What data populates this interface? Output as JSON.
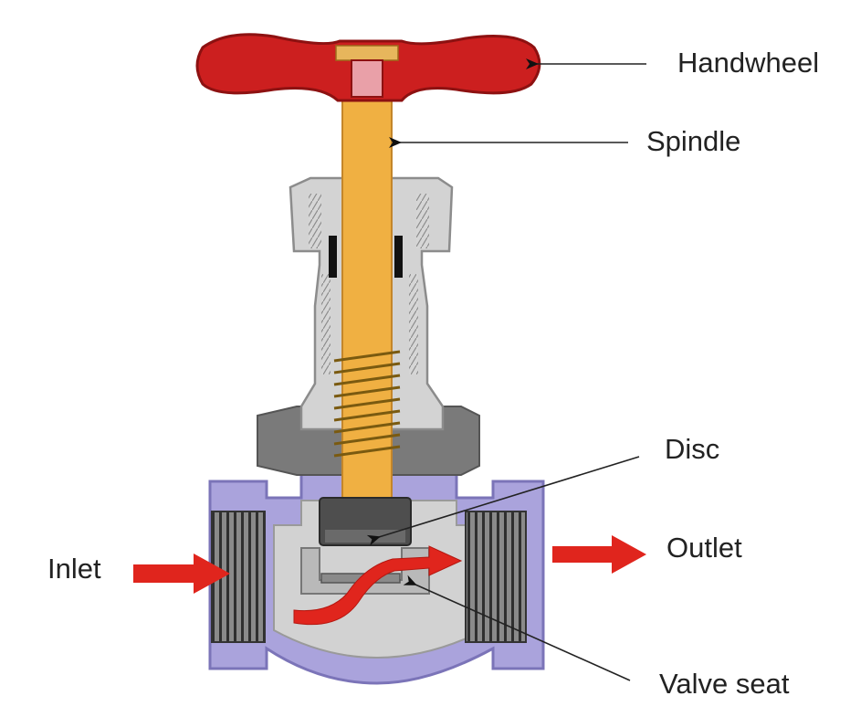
{
  "labels": {
    "handwheel": "Handwheel",
    "spindle": "Spindle",
    "disc": "Disc",
    "inlet": "Inlet",
    "outlet": "Outlet",
    "valve_seat": "Valve seat"
  },
  "colors": {
    "handwheel": "#cc1f1f",
    "spindle": "#f0b042",
    "bonnet": "#cfcfcf",
    "gland_nut": "#7a7a7a",
    "body": "#aaa3dc",
    "flow_arrow": "#e0251d",
    "disc": "#555555",
    "threads": "#3a3a3a"
  }
}
